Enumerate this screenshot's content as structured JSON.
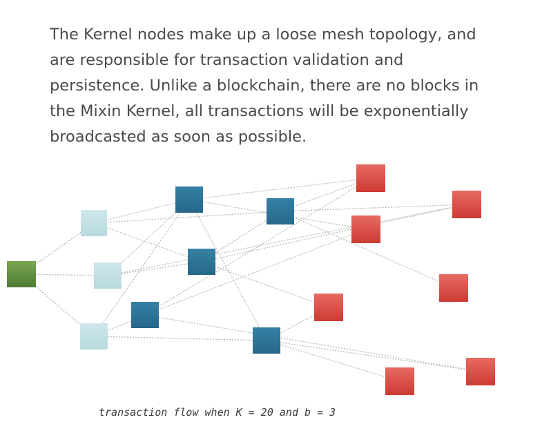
{
  "description": {
    "lines": [
      "The Kernel nodes make up a loose mesh topology, and",
      "are responsible for transaction validation and",
      "persistence. Unlike a blockchain, there are no blocks in",
      "the Mixin Kernel, all transactions will be exponentially",
      "broadcasted as soon as possible."
    ]
  },
  "caption": "transaction flow when K = 20 and b = 3",
  "colors": {
    "origin": "#5f8f3f",
    "first_hop": "#c2e1e4",
    "second_hop": "#2e7496",
    "third_hop": "#dc4a43",
    "edge": "#b8b8b8"
  },
  "diagram": {
    "nodes": [
      {
        "id": "origin",
        "tier": "origin"
      },
      {
        "id": "l1-a",
        "tier": "first_hop"
      },
      {
        "id": "l1-b",
        "tier": "first_hop"
      },
      {
        "id": "l1-c",
        "tier": "first_hop"
      },
      {
        "id": "l2-a",
        "tier": "second_hop"
      },
      {
        "id": "l2-b",
        "tier": "second_hop"
      },
      {
        "id": "l2-c",
        "tier": "second_hop"
      },
      {
        "id": "l2-d",
        "tier": "second_hop"
      },
      {
        "id": "l2-e",
        "tier": "second_hop"
      },
      {
        "id": "r-a",
        "tier": "third_hop"
      },
      {
        "id": "r-b",
        "tier": "third_hop"
      },
      {
        "id": "r-c",
        "tier": "third_hop"
      },
      {
        "id": "r-d",
        "tier": "third_hop"
      },
      {
        "id": "r-e",
        "tier": "third_hop"
      },
      {
        "id": "r-f",
        "tier": "third_hop"
      },
      {
        "id": "r-g",
        "tier": "third_hop"
      }
    ],
    "edges": [
      [
        "origin",
        "l1-a"
      ],
      [
        "origin",
        "l1-b"
      ],
      [
        "origin",
        "l1-c"
      ],
      [
        "l1-a",
        "l2-a"
      ],
      [
        "l1-a",
        "l2-b"
      ],
      [
        "l1-a",
        "l2-c"
      ],
      [
        "l1-b",
        "l2-a"
      ],
      [
        "l1-b",
        "l2-c"
      ],
      [
        "l1-b",
        "r-b"
      ],
      [
        "l1-c",
        "l2-a"
      ],
      [
        "l1-c",
        "l2-d"
      ],
      [
        "l1-c",
        "l2-e"
      ],
      [
        "l2-a",
        "r-a"
      ],
      [
        "l2-a",
        "r-c"
      ],
      [
        "l2-a",
        "l2-e"
      ],
      [
        "l2-b",
        "r-a"
      ],
      [
        "l2-b",
        "r-b"
      ],
      [
        "l2-b",
        "r-d"
      ],
      [
        "l2-c",
        "l2-b"
      ],
      [
        "l2-c",
        "r-b"
      ],
      [
        "l2-c",
        "r-e"
      ],
      [
        "l2-d",
        "r-a"
      ],
      [
        "l2-d",
        "r-c"
      ],
      [
        "l2-d",
        "r-f"
      ],
      [
        "l2-e",
        "r-f"
      ],
      [
        "l2-e",
        "r-g"
      ],
      [
        "l2-e",
        "r-e"
      ]
    ]
  }
}
